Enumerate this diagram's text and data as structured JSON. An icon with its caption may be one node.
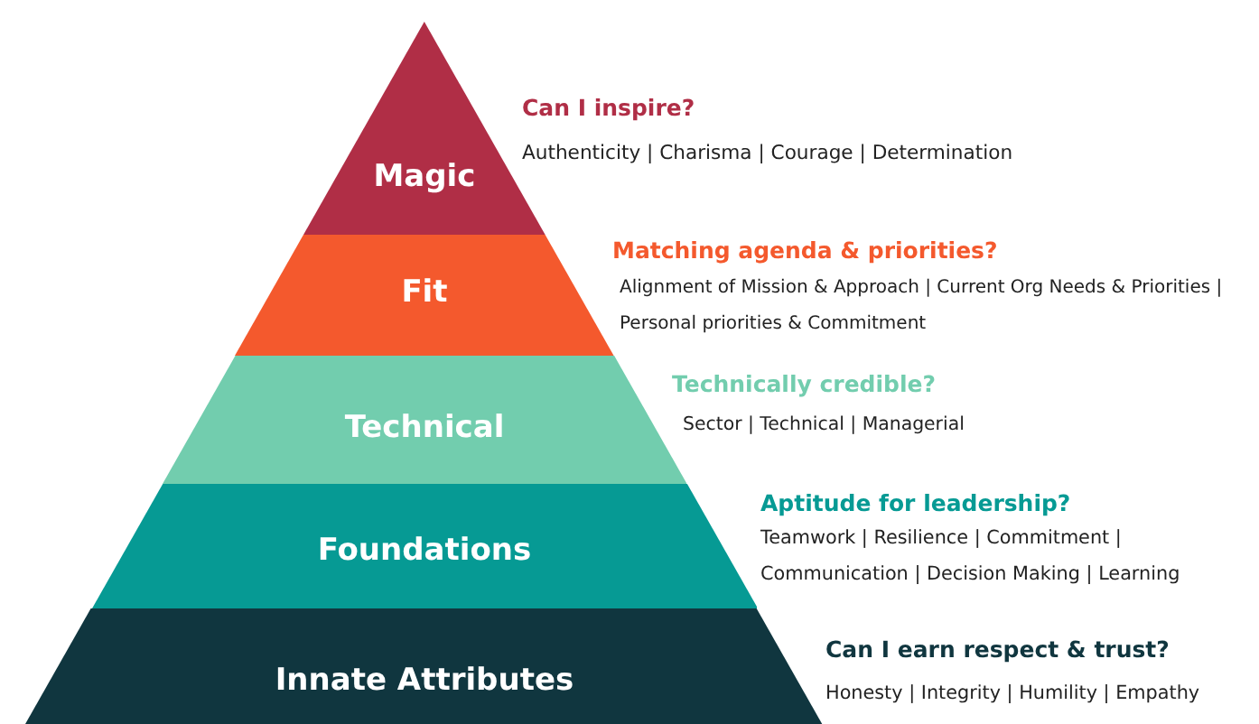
{
  "diagram": {
    "nodes": [
      {
        "text": [
          "Magic"
        ],
        "beside": [
          "Can I inspire?",
          "Authenticity | Charisma | Courage | Determination"
        ]
      },
      {
        "text": [
          "Fit"
        ],
        "beside": [
          "Matching agenda & priorities?",
          "Alignment of Mission & Approach | Current Org Needs & Priorities | Personal priorities & Commitment"
        ]
      },
      {
        "text": [
          "Technical"
        ],
        "beside": [
          "Technically credible?",
          "Sector | Technical | Managerial"
        ]
      },
      {
        "text": [
          "Foundations"
        ],
        "beside": [
          "Aptitude for leadership?",
          "Teamwork | Resilience | Commitment | Communication | Decision Making | Learning"
        ]
      },
      {
        "text": [
          "Innate Attributes"
        ],
        "beside": [
          "Can I earn respect & trust?",
          "Honesty | Integrity | Humility | Empathy"
        ]
      }
    ]
  }
}
